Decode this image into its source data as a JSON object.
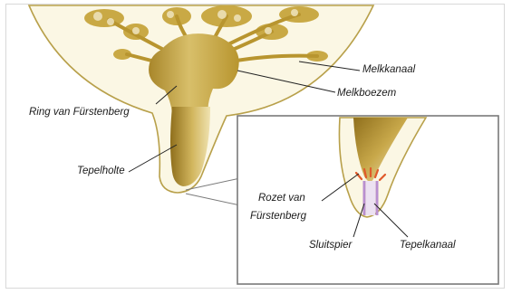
{
  "labels": {
    "melkkanaal": "Melkkanaal",
    "melkboezem": "Melkboezem",
    "ring": "Ring van Fürstenberg",
    "tepelholte": "Tepelholte",
    "rozet_line1": "Rozet van",
    "rozet_line2": "Fürstenberg",
    "sluitspier": "Sluitspier",
    "tepelkanaal": "Tepelkanaal"
  },
  "colors": {
    "gland": "#c9a945",
    "gland_dark": "#a8862a",
    "gland_light": "#e2cd86",
    "tissue": "#fbf7e4",
    "outline": "#b8a04a",
    "zoom_border": "#7a7a7a",
    "rosette": "#e05a2a",
    "sphincter": "#b98fd0",
    "canal": "#ece1f2"
  }
}
